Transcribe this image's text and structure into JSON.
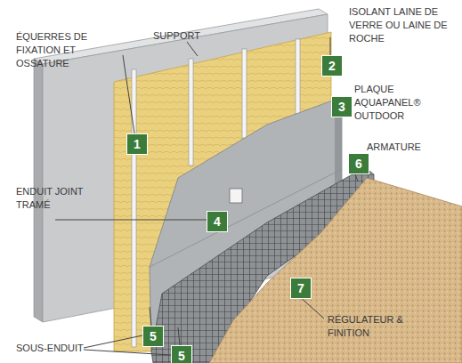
{
  "diagram": {
    "nodes": [
      {
        "text": [
          "1"
        ]
      },
      {
        "text": [
          "2"
        ]
      },
      {
        "text": [
          "3"
        ]
      },
      {
        "text": [
          "4"
        ]
      },
      {
        "text": [
          "5"
        ]
      },
      {
        "text": [
          "5"
        ]
      },
      {
        "text": [
          "6"
        ]
      },
      {
        "text": [
          "7"
        ]
      }
    ],
    "labels": [
      "ÉQUERRES DE FIXATION ET OSSATURE",
      "SUPPORT",
      "ISOLANT LAINE DE VERRE OU LAINE DE ROCHE",
      "PLAQUE AQUAPANEL® OUTDOOR",
      "ARMATURE",
      "ENDUIT JOINT TRAMÉ",
      "RÉGULATEUR & FINITION",
      "SOUS-ENDUIT"
    ]
  }
}
